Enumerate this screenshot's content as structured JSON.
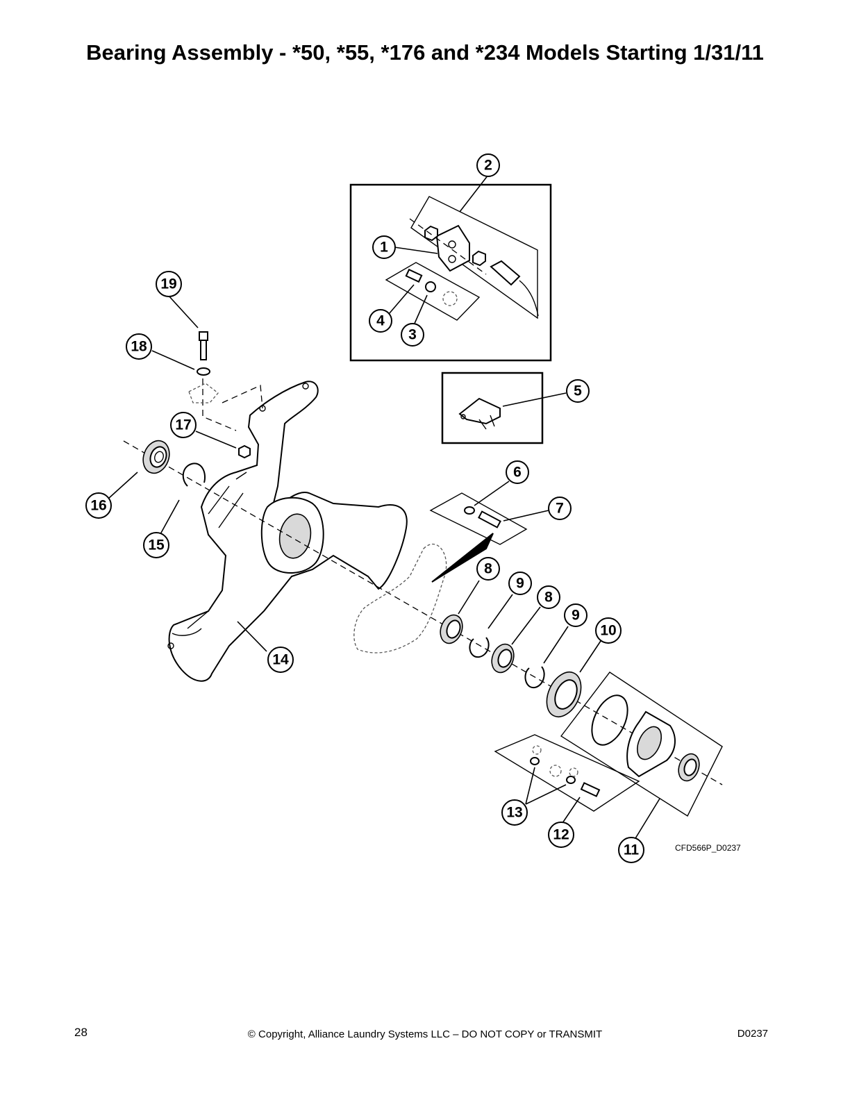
{
  "page": {
    "title": "Bearing Assembly - *50, *55, *176 and *234 Models Starting 1/31/11"
  },
  "diagram": {
    "drawing_code": "CFD566P_D0237",
    "callouts": [
      "1",
      "2",
      "3",
      "4",
      "5",
      "6",
      "7",
      "8",
      "9",
      "8",
      "9",
      "10",
      "11",
      "12",
      "13",
      "14",
      "15",
      "16",
      "17",
      "18",
      "19"
    ]
  },
  "footer": {
    "page_number": "28",
    "copyright": "© Copyright, Alliance Laundry Systems LLC – DO NOT COPY or TRANSMIT",
    "doc_code": "D0237"
  }
}
